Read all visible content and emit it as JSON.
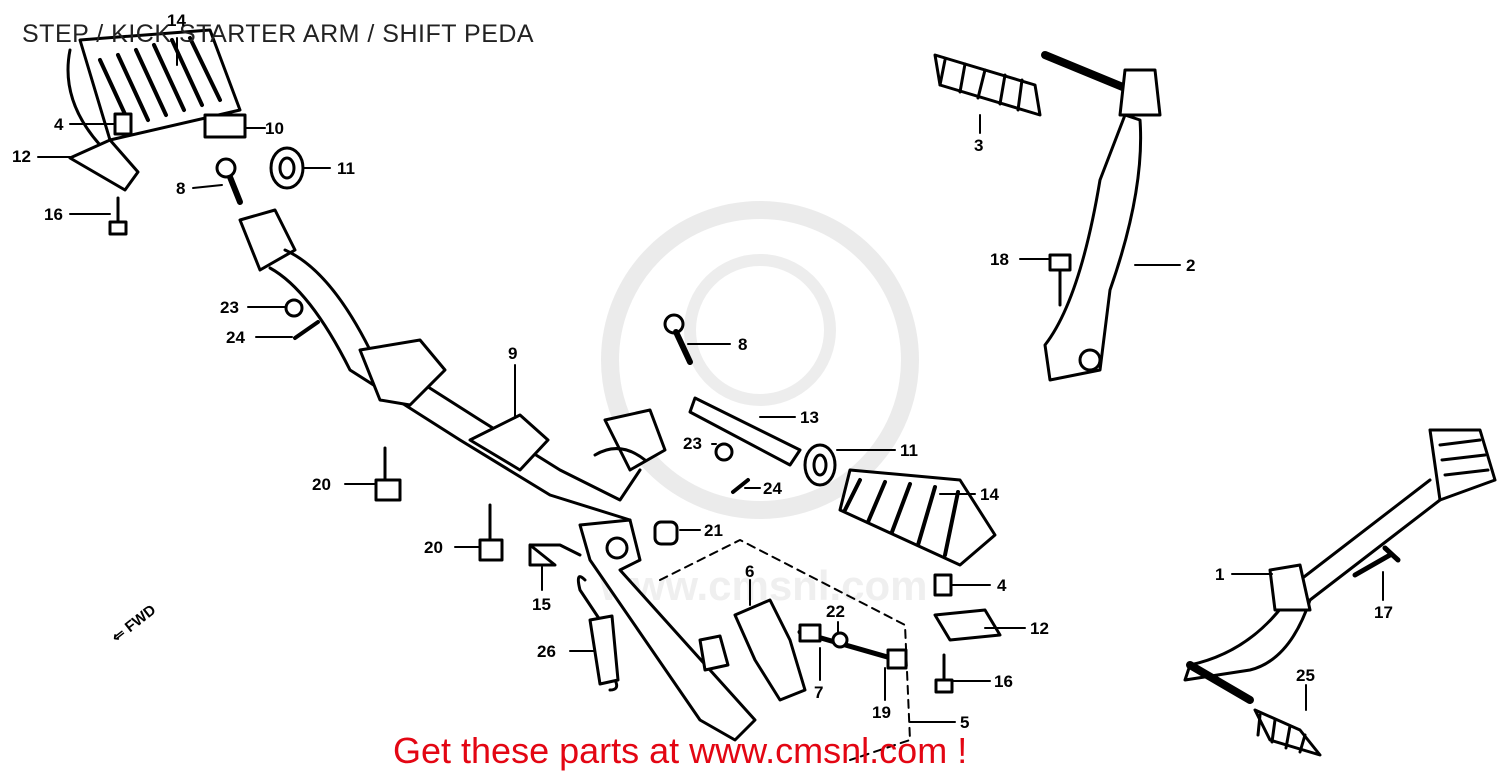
{
  "header": {
    "title": "STEP / KICK STARTER ARM /  SHIFT PEDA"
  },
  "footer": {
    "text": "Get these parts at www.cmsnl.com !"
  },
  "watermark": {
    "text": "www.cmsnl.com",
    "color": "#e6e6e6"
  },
  "direction": {
    "text": "FWD"
  },
  "callouts": [
    {
      "id": "c14a",
      "text": "14"
    },
    {
      "id": "c4a",
      "text": "4"
    },
    {
      "id": "c10",
      "text": "10"
    },
    {
      "id": "c12a",
      "text": "12"
    },
    {
      "id": "c11a",
      "text": "11"
    },
    {
      "id": "c8a",
      "text": "8"
    },
    {
      "id": "c16a",
      "text": "16"
    },
    {
      "id": "c23a",
      "text": "23"
    },
    {
      "id": "c24a",
      "text": "24"
    },
    {
      "id": "c9",
      "text": "9"
    },
    {
      "id": "c8b",
      "text": "8"
    },
    {
      "id": "c13",
      "text": "13"
    },
    {
      "id": "c23b",
      "text": "23"
    },
    {
      "id": "c11b",
      "text": "11"
    },
    {
      "id": "c24b",
      "text": "24"
    },
    {
      "id": "c14b",
      "text": "14"
    },
    {
      "id": "c20a",
      "text": "20"
    },
    {
      "id": "c20b",
      "text": "20"
    },
    {
      "id": "c21",
      "text": "21"
    },
    {
      "id": "c15",
      "text": "15"
    },
    {
      "id": "c6",
      "text": "6"
    },
    {
      "id": "c26",
      "text": "26"
    },
    {
      "id": "c22",
      "text": "22"
    },
    {
      "id": "c7",
      "text": "7"
    },
    {
      "id": "c19",
      "text": "19"
    },
    {
      "id": "c5",
      "text": "5"
    },
    {
      "id": "c4b",
      "text": "4"
    },
    {
      "id": "c12b",
      "text": "12"
    },
    {
      "id": "c16b",
      "text": "16"
    },
    {
      "id": "c3",
      "text": "3"
    },
    {
      "id": "c18",
      "text": "18"
    },
    {
      "id": "c2",
      "text": "2"
    },
    {
      "id": "c1",
      "text": "1"
    },
    {
      "id": "c17",
      "text": "17"
    },
    {
      "id": "c25",
      "text": "25"
    }
  ]
}
